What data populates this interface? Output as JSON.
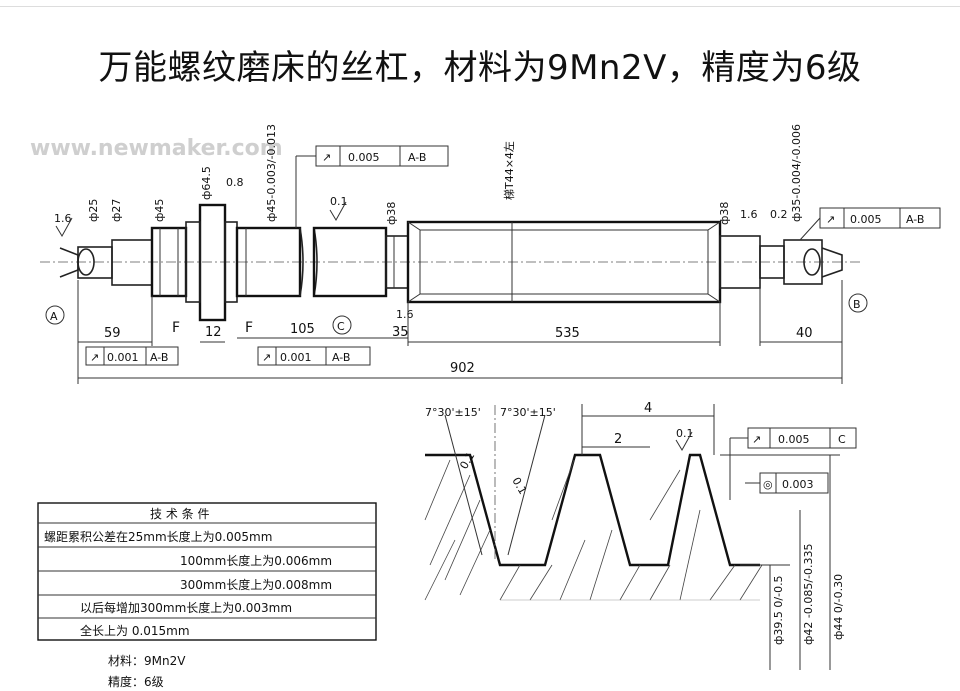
{
  "title": "万能螺纹磨床的丝杠，材料为9Mn2V，精度为6级",
  "watermark": "www.newmaker.com",
  "shaft": {
    "diameters": [
      "ф25",
      "ф27",
      "ф45",
      "ф64.5",
      "ф45-0.003/-0.013",
      "ф38",
      "ф38",
      "ф35-0.004/-0.006"
    ],
    "thread_label": "梯T44×4左",
    "roughness": [
      "1.6",
      "0.8",
      "0.1",
      "1.6",
      "1.6",
      "0.2"
    ],
    "surface_marks": [
      "F",
      "F"
    ],
    "datums": [
      "A",
      "B",
      "C"
    ],
    "tolerance_frames": [
      {
        "symbol": "↗",
        "value": "0.005",
        "datum": "A-B"
      },
      {
        "symbol": "↗",
        "value": "0.005",
        "datum": "A-B"
      },
      {
        "symbol": "↗",
        "value": "0.001",
        "datum": "A-B"
      },
      {
        "symbol": "↗",
        "value": "0.001",
        "datum": "A-B"
      }
    ],
    "lengths": [
      "59",
      "12",
      "105",
      "35",
      "535",
      "40",
      "902"
    ]
  },
  "thread_profile": {
    "angles": [
      "7°30'±15'",
      "7°30'±15'"
    ],
    "pitch": "4",
    "half_pitch": "2",
    "roughness": [
      "0.1",
      "0.1",
      "0.1"
    ],
    "tolerance_frames": [
      {
        "symbol": "↗",
        "value": "0.005",
        "datum": "C"
      },
      {
        "symbol": "◎",
        "value": "0.003",
        "datum": ""
      }
    ],
    "diameters": [
      "ф39.5 0/-0.5",
      "ф42 -0.085/-0.335",
      "ф44 0/-0.30"
    ]
  },
  "tech_table": {
    "header": "技 术 条 件",
    "rows": [
      "螺距累积公差在25mm长度上为0.005mm",
      "100mm长度上为0.006mm",
      "300mm长度上为0.008mm",
      "以后每增加300mm长度上为0.003mm",
      "全长上为                    0.015mm"
    ]
  },
  "notes": {
    "material": "材料：9Mn2V",
    "precision": "精度：6级"
  }
}
